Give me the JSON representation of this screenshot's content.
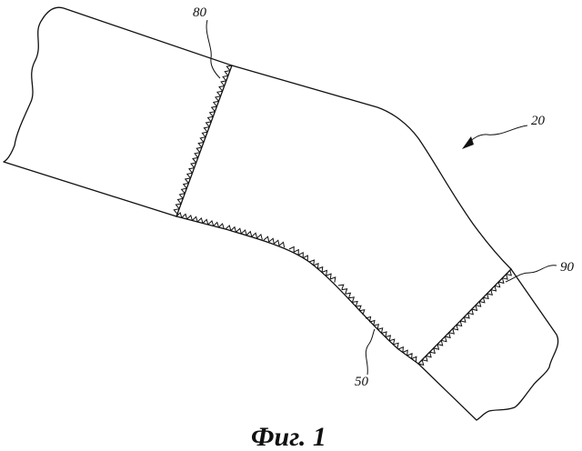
{
  "figure": {
    "caption": "Фиг. 1",
    "labels": {
      "assembly": "20",
      "upper_seam": "80",
      "lower_seam": "50",
      "cuff_seam": "90"
    }
  }
}
